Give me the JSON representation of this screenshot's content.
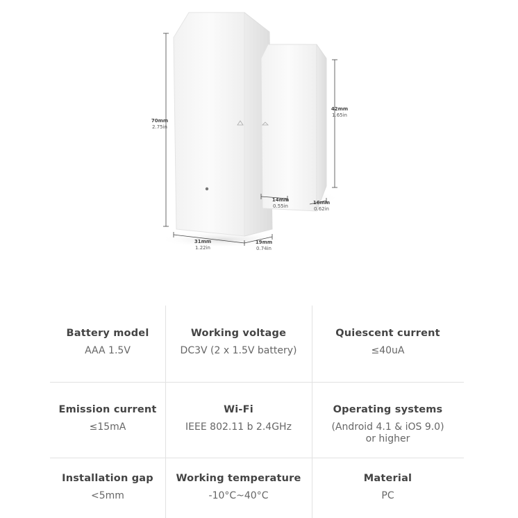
{
  "dimensions": {
    "height_large_mm": "70mm",
    "height_large_in": "2.75in",
    "height_small_mm": "42mm",
    "height_small_in": "1.65in",
    "width_large_mm": "31mm",
    "width_large_in": "1.22in",
    "depth_large_mm": "19mm",
    "depth_large_in": "0.74in",
    "width_small_mm": "14mm",
    "width_small_in": "0.55in",
    "depth_small_mm": "16mm",
    "depth_small_in": "0.62in"
  },
  "specs": [
    {
      "label": "Battery model",
      "value": "AAA 1.5V"
    },
    {
      "label": "Working voltage",
      "value": "DC3V (2 x 1.5V battery)"
    },
    {
      "label": "Quiescent current",
      "value": "≤40uA"
    },
    {
      "label": "Emission current",
      "value": "≤15mA"
    },
    {
      "label": "Wi-Fi",
      "value": "IEEE 802.11 b 2.4GHz"
    },
    {
      "label": "Operating systems",
      "value": "(Android 4.1 & iOS 9.0)",
      "value2": "or higher"
    },
    {
      "label": "Installation gap",
      "value": "<5mm"
    },
    {
      "label": "Working temperature",
      "value": "-10°C~40°C"
    },
    {
      "label": "Material",
      "value": "PC"
    }
  ],
  "colors": {
    "device_body": "#f7f7f7",
    "device_shadow": "#e6e6e6",
    "divider": "#e2e2e2"
  }
}
